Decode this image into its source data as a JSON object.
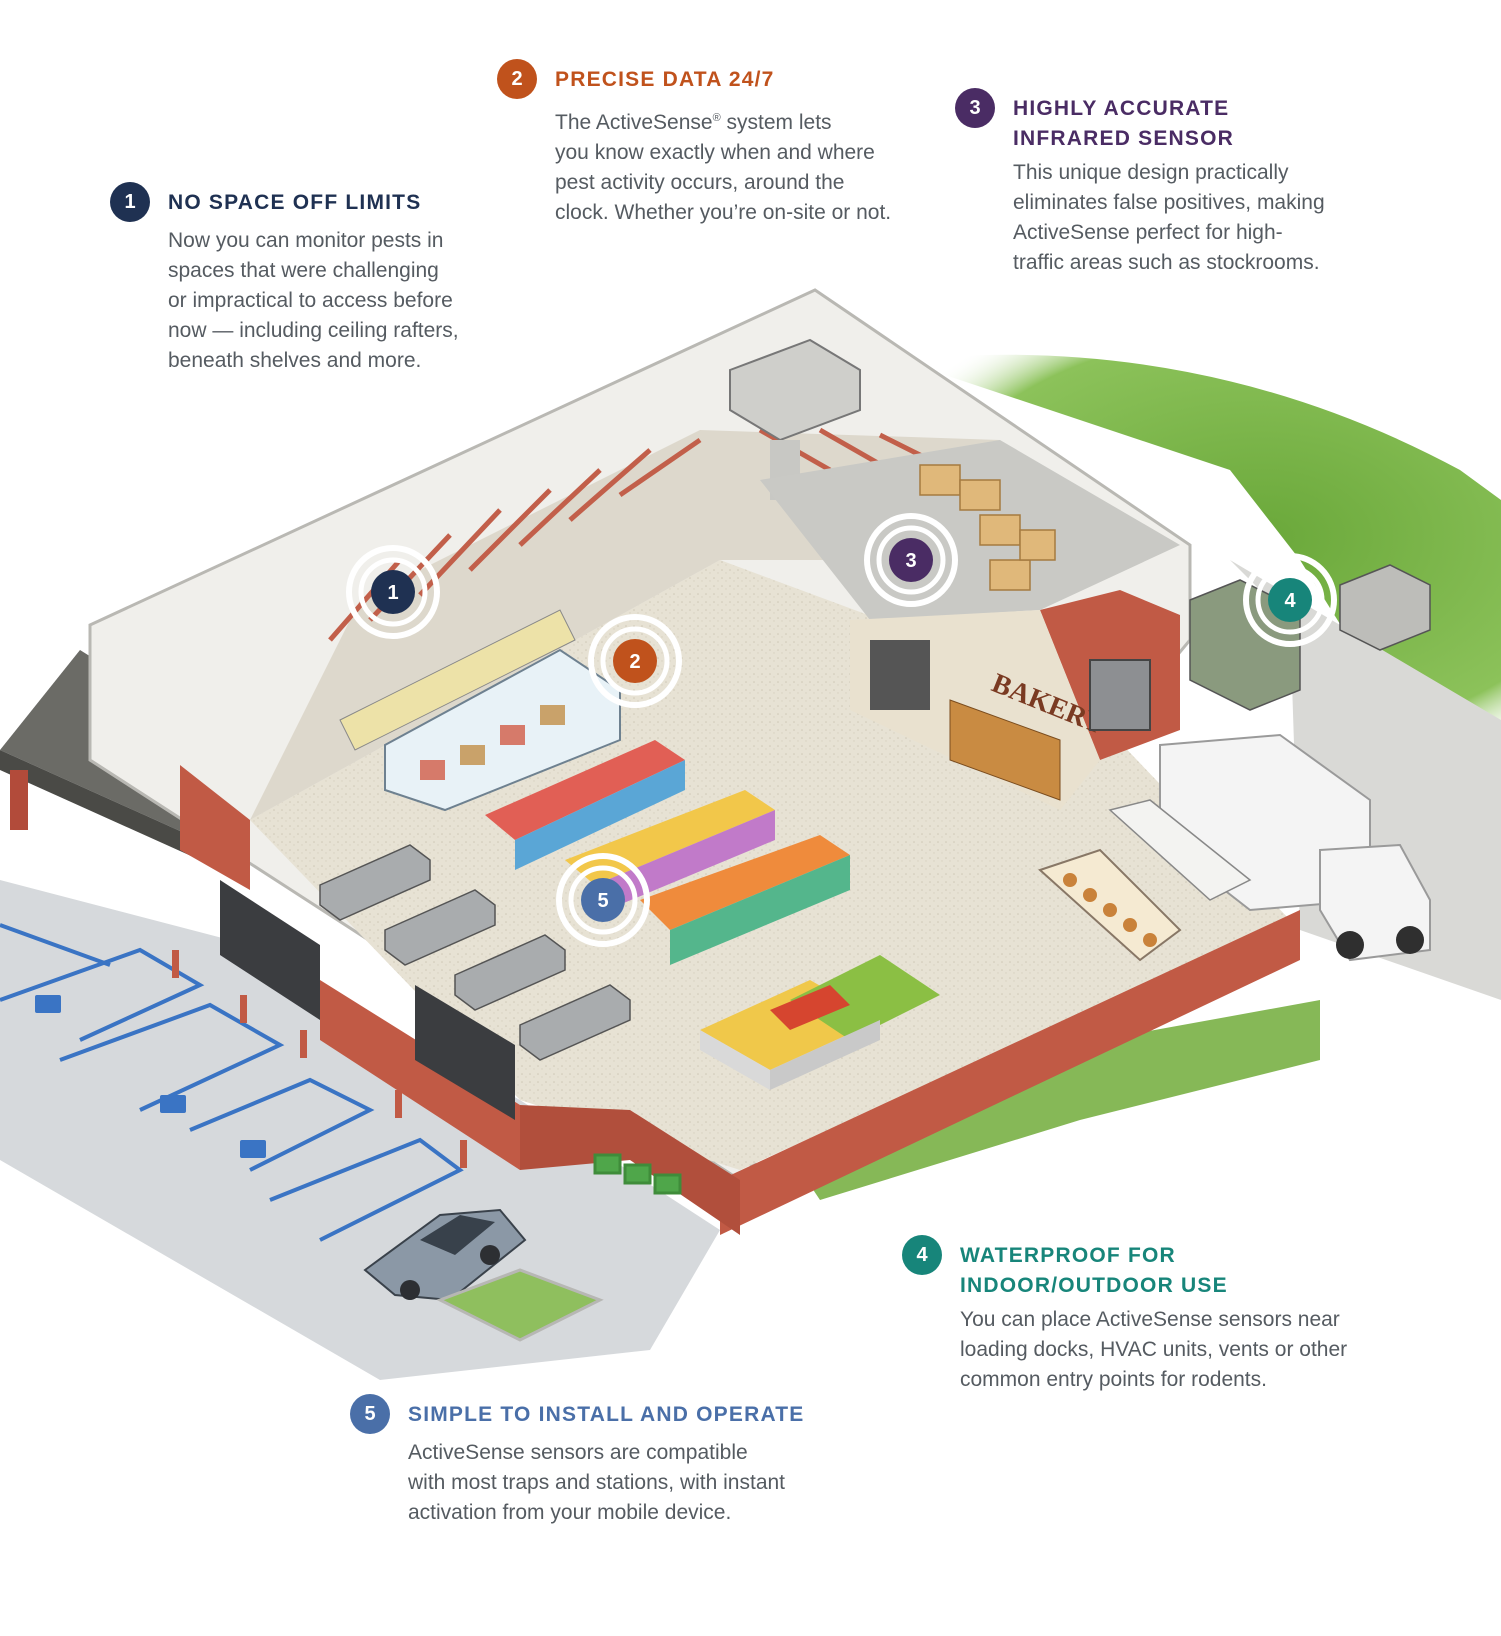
{
  "callouts": [
    {
      "num": "1",
      "title_lines": [
        "NO SPACE OFF LIMITS"
      ],
      "body_lines": [
        "Now you can monitor pests in",
        "spaces that were challenging",
        "or impractical to access before",
        "now — including ceiling rafters,",
        "beneath shelves and more."
      ],
      "color": "#1f3152"
    },
    {
      "num": "2",
      "title_lines": [
        "PRECISE DATA 24/7"
      ],
      "body_lines": [
        "The ActiveSense® system lets",
        "you know exactly when and where",
        "pest activity occurs, around the",
        "clock. Whether you’re on-site or not."
      ],
      "color": "#c0521c"
    },
    {
      "num": "3",
      "title_lines": [
        "HIGHLY ACCURATE",
        "INFRARED SENSOR"
      ],
      "body_lines": [
        "This unique design practically",
        "eliminates false positives, making",
        "ActiveSense perfect for high-",
        "traffic areas such as stockrooms."
      ],
      "color": "#4a2c64"
    },
    {
      "num": "4",
      "title_lines": [
        "WATERPROOF FOR",
        "INDOOR/OUTDOOR USE"
      ],
      "body_lines": [
        "You can place ActiveSense sensors near",
        "loading docks, HVAC units, vents or other",
        "common entry points for rodents."
      ],
      "color": "#17857a"
    },
    {
      "num": "5",
      "title_lines": [
        "SIMPLE TO INSTALL AND OPERATE"
      ],
      "body_lines": [
        "ActiveSense sensors are compatible",
        "with most traps and stations, with instant",
        "activation from your mobile device."
      ],
      "color": "#4a6fa8"
    }
  ],
  "scene": {
    "bakery_sign": "BAKERY",
    "markers": [
      {
        "num": "1",
        "color": "#1f3152"
      },
      {
        "num": "2",
        "color": "#c0521c"
      },
      {
        "num": "3",
        "color": "#4a2c64"
      },
      {
        "num": "4",
        "color": "#17857a"
      },
      {
        "num": "5",
        "color": "#4a6fa8"
      }
    ],
    "wall_color": "#c15a45",
    "grass_color": "#7bb34a",
    "roof_color": "#f2f2f0",
    "floor_color": "#e8e3d6"
  }
}
